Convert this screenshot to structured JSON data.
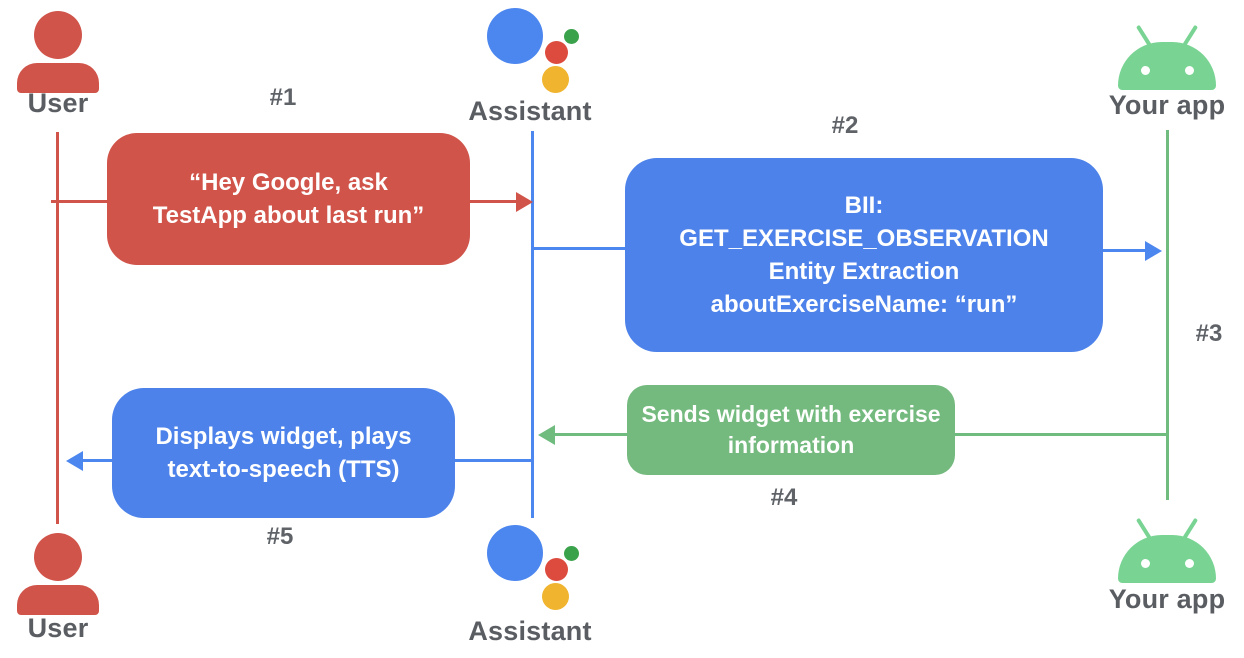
{
  "actors": {
    "user_top": {
      "label": "User"
    },
    "assistant_top": {
      "label": "Assistant"
    },
    "app_top": {
      "label": "Your app"
    },
    "user_bottom": {
      "label": "User"
    },
    "assistant_bottom": {
      "label": "Assistant"
    },
    "app_bottom": {
      "label": "Your app"
    }
  },
  "steps": {
    "s1": {
      "label": "#1",
      "lines": [
        "“Hey Google, ask",
        "TestApp about last run”"
      ]
    },
    "s2": {
      "label": "#2",
      "lines": [
        "BII:",
        "GET_EXERCISE_OBSERVATION",
        "Entity Extraction",
        "aboutExerciseName: “run”"
      ]
    },
    "s3": {
      "label": "#3"
    },
    "s4": {
      "label": "#4",
      "lines": [
        "Sends widget with exercise",
        "information"
      ]
    },
    "s5": {
      "label": "#5",
      "lines": [
        "Displays widget, plays",
        "text-to-speech (TTS)"
      ]
    }
  },
  "colors": {
    "user_red": "#d0544a",
    "assistant_blue": "#4c86ef",
    "box_blue": "#4c82ea",
    "widget_green": "#74ba7e",
    "android_green": "#79d494",
    "assistant_logo_blue": "#4c86ef",
    "assistant_logo_red": "#dc4b3e",
    "assistant_logo_yellow": "#f0b42e",
    "assistant_logo_green": "#3ba24c",
    "label_gray": "#5f6368"
  }
}
